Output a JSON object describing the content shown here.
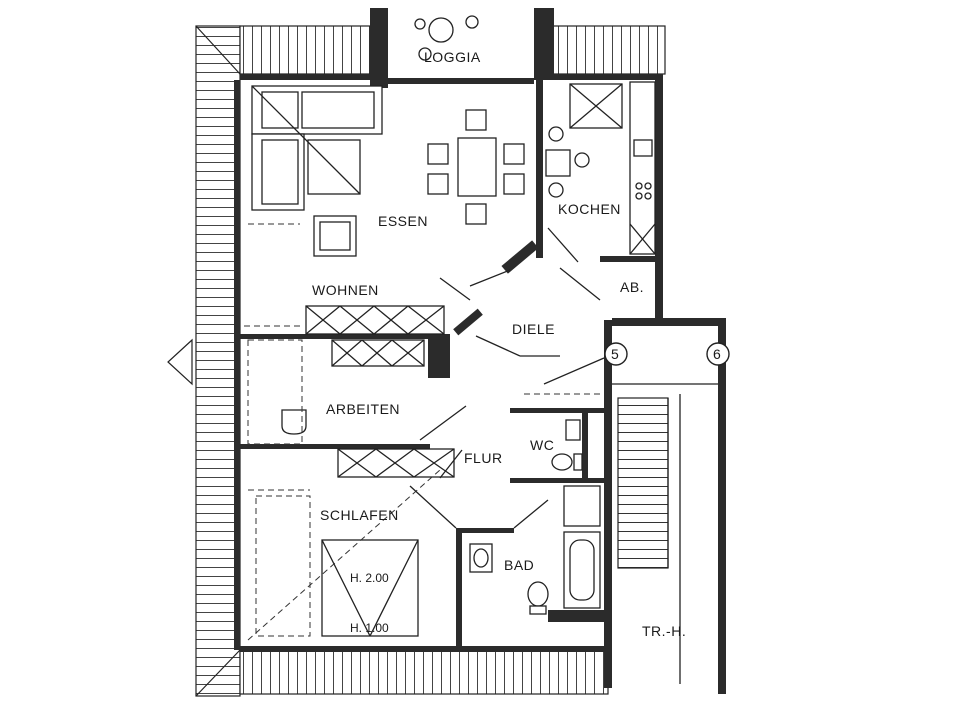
{
  "rooms": {
    "loggia": "LOGGIA",
    "essen": "ESSEN",
    "kochen": "KOCHEN",
    "wohnen": "WOHNEN",
    "ab": "AB.",
    "diele": "DIELE",
    "arbeiten": "ARBEITEN",
    "wc": "WC",
    "flur": "FLUR",
    "schlafen": "SCHLAFEN",
    "bad": "BAD",
    "treppenhaus": "TR.-H."
  },
  "unit_markers": [
    "5",
    "6"
  ],
  "heights": [
    "H. 2.00",
    "H. 1.00"
  ],
  "colors": {
    "wall": "#2b2b2b",
    "line": "#222222",
    "background": "#ffffff"
  }
}
